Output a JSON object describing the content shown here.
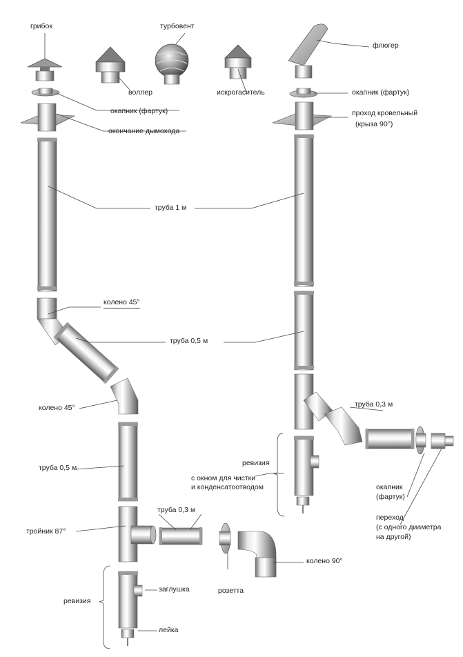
{
  "labels": {
    "gribok": "грибок",
    "turboduct": "турбовент",
    "fluger": "флюгер",
    "voller": "воллер",
    "iskrogasitel": "искрогаситель",
    "okapnik_left": "окапник (фартук)",
    "okapnik_right": "окапник (фартук)",
    "okonchanie": "окончание дымохода",
    "prohod_line1": "проход кровельный",
    "prohod_line2": "(крыза 90°)",
    "truba_1m": "труба 1 м",
    "koleno45_top": "колено 45°",
    "truba05_mid": "труба 0,5 м",
    "koleno45_left": "колено 45°",
    "truba05_left": "труба 0,5 м",
    "truba03_right": "труба 0,3 м",
    "reviziya_right": "ревизия",
    "reviziya_right_sub1": "с окном для чистки",
    "reviziya_right_sub2": "и конденсатоотводом",
    "okapnik2_line1": "окапник",
    "okapnik2_line2": "(фартук)",
    "perehod_line1": "переход",
    "perehod_line2": "(с одного диаметра",
    "perehod_line3": "на другой)",
    "truba03_bottom": "труба 0,3 м",
    "troynik": "тройник 87°",
    "koleno90": "колено 90°",
    "zaglushka": "заглушка",
    "rozetta": "розетта",
    "reviziya_left": "ревизия",
    "leyka": "лейка"
  }
}
